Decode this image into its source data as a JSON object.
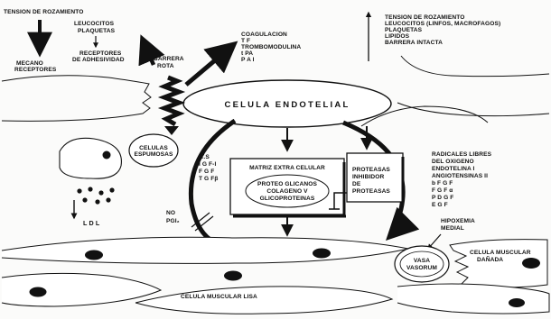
{
  "labels": {
    "tension_top_left": "TENSION DE ROZAMIENTO",
    "leucocitos": "LEUCOCITOS",
    "plaquetas": "PLAQUETAS",
    "receptores_adhesividad_1": "RECEPTORES",
    "receptores_adhesividad_2": "DE ADHESIVIDAD",
    "mecano_1": "MECANO",
    "mecano_2": "RECEPTORES",
    "barrera_1": "BARRERA",
    "barrera_2": "ROTA",
    "coag": [
      "COAGULACION",
      "T F",
      "TROMBOMODULINA",
      "t PA",
      "P A I"
    ],
    "right_list": [
      "TENSION DE ROZAMIENTO",
      "LEUCOCITOS (LINFOS, MACROFAGOS)",
      "PLAQUETAS",
      "LIPIDOS",
      "BARRERA INTACTA"
    ],
    "celula_endotelial": "CELULA ENDOTELIAL",
    "celulas_espumosas_1": "CELULAS",
    "celulas_espumosas_2": "ESPUMOSAS",
    "growth": [
      "T.S",
      "I G F-I",
      "F G F",
      "T G Fβ"
    ],
    "matriz_title": "MATRIZ EXTRA CELULAR",
    "matriz_content": [
      "PROTEO GLICANOS",
      "COLAGENO V",
      "GLICOPROTEINAS"
    ],
    "proteasas": [
      "PROTEASAS",
      "INHIBIDOR",
      "DE",
      "PROTEASAS"
    ],
    "radicales": [
      "RADICALES LIBRES",
      "DEL OXIGENO",
      "ENDOTELINA I",
      "ANGIOTENSINAS II",
      "b F G F",
      "F G F α",
      "P D G F",
      "E G F"
    ],
    "ldl": "L D L",
    "no": "NO",
    "pgi2": "PGI₂",
    "hipoxemia_1": "HIPOXEMIA",
    "hipoxemia_2": "MEDIAL",
    "vasa_1": "VASA",
    "vasa_2": "VASORUM",
    "danada_1": "CELULA MUSCULAR",
    "danada_2": "DAÑADA",
    "lisa": "CELULA MUSCULAR LISA"
  }
}
